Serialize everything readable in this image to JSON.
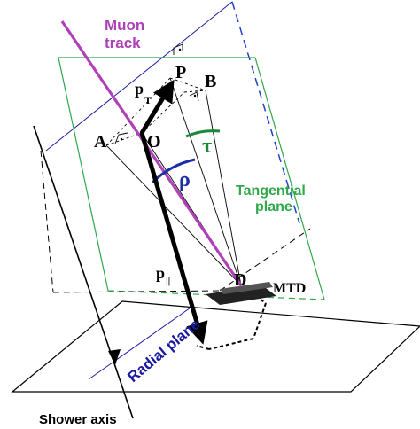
{
  "colors": {
    "muon": "#b040b8",
    "tangential_plane": "#2fa84a",
    "radial_plane": "#1a1aa0",
    "radial_dashed": "#1f3fd0",
    "tau": "#1a8a3a",
    "rho": "#1a2ea8",
    "black": "#000000",
    "detector": "#222222"
  },
  "labels": {
    "muon_track_line1": "Muon",
    "muon_track_line2": "track",
    "point_P": "P",
    "point_B": "B",
    "point_A": "A",
    "point_O": "O",
    "point_D": "D",
    "pT_main": "p",
    "pT_sub": "T",
    "p_par_main": "p",
    "p_par_sub": "||",
    "tau": "τ",
    "rho": "ρ",
    "tangential_line1": "Tangential",
    "tangential_line2": "plane",
    "radial_plane": "Radial plane",
    "mtd": "MTD",
    "shower_axis": "Shower axis"
  }
}
